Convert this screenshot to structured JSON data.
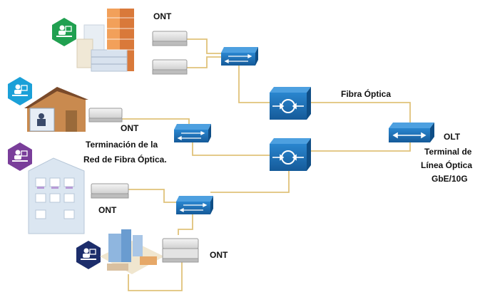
{
  "labels": {
    "ont_top": "ONT",
    "ont_house_1": "ONT",
    "ont_house_2": "Terminación de la",
    "ont_house_3": "Red de Fibra Óptica.",
    "ont_building": "ONT",
    "ont_bottom": "ONT",
    "fiber": "Fibra Óptica",
    "olt_1": "OLT",
    "olt_2": "Terminal de",
    "olt_3": "Línea Óptica",
    "olt_4": "GbE/10G"
  },
  "colors": {
    "fiber_line": "#e0c27a",
    "switch": "#1f6fb5",
    "splitter": "#1d63a6",
    "icon_green": "#20a050",
    "icon_blue": "#1aa0d8",
    "icon_purple": "#7a3e9a",
    "icon_navy": "#1c2d6b"
  },
  "icons": [
    "desk-user-icon",
    "desk-user-icon",
    "desk-user-icon",
    "desk-user-icon"
  ]
}
